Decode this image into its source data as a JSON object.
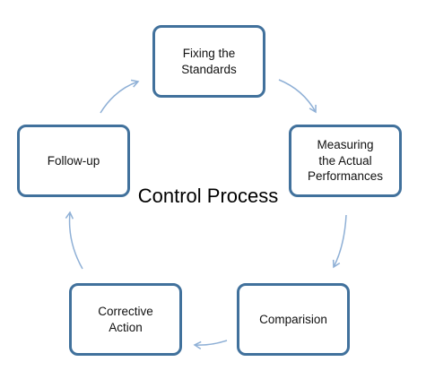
{
  "diagram": {
    "title": "Control Process",
    "nodes": [
      {
        "id": "fixing",
        "label": "Fixing the\nStandards"
      },
      {
        "id": "measuring",
        "label": "Measuring\nthe Actual\nPerformances"
      },
      {
        "id": "comparision",
        "label": "Comparision"
      },
      {
        "id": "corrective",
        "label": "Corrective\nAction"
      },
      {
        "id": "followup",
        "label": "Follow-up"
      }
    ],
    "colors": {
      "box_border": "#41719c",
      "arrow": "#8fb0d6",
      "text": "#111111"
    }
  }
}
